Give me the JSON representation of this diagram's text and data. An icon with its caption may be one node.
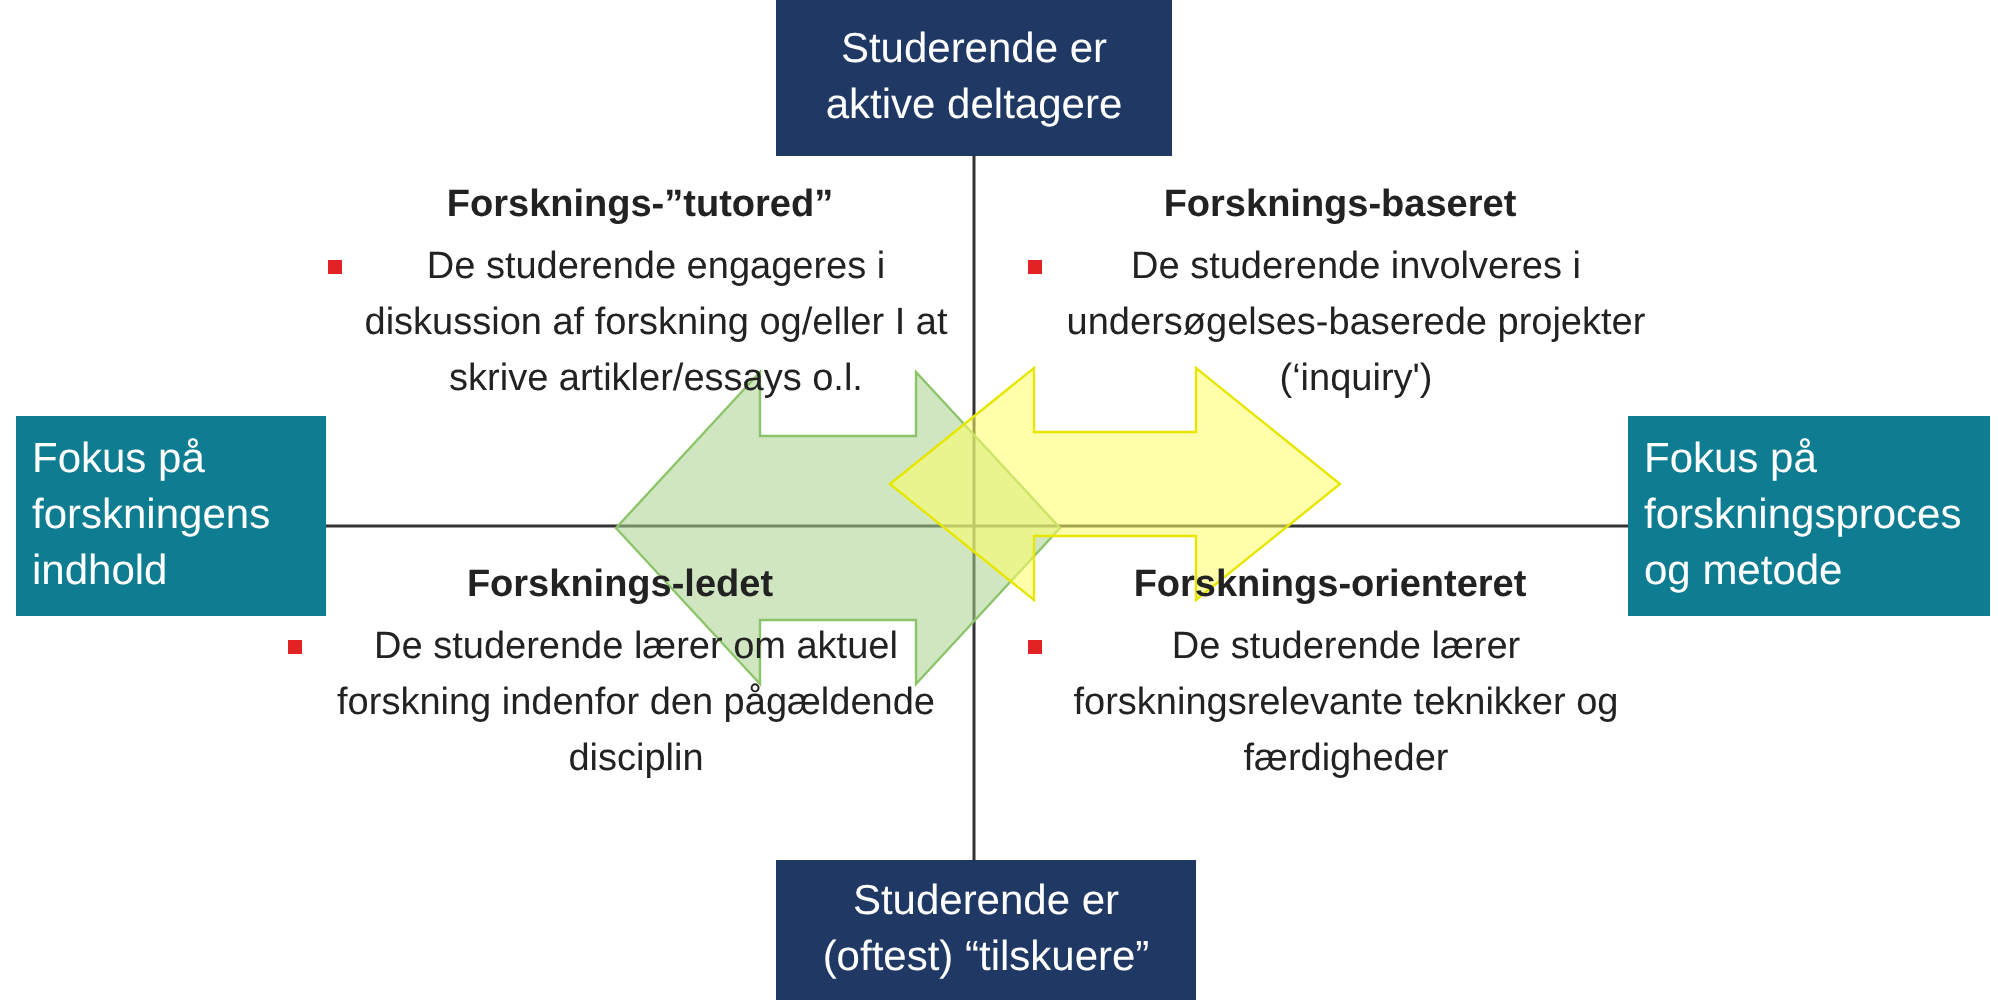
{
  "diagram": {
    "nodes": [
      {
        "text": [
          "Studerende er aktive deltagere"
        ]
      },
      {
        "text": [
          "Fokus på forskningens indhold"
        ]
      },
      {
        "text": [
          "Fokus på forskningsproces og metode"
        ]
      },
      {
        "text": [
          "Studerende er (oftest) “tilskuere”"
        ]
      }
    ],
    "labels": [
      "Forsknings-”tutored”",
      "De studerende engageres i diskussion af forskning og/eller I at skrive artikler/essays o.l.",
      "Forsknings-baseret",
      "De studerende involveres i undersøgelses-baserede projekter (‘inquiry')",
      "Forsknings-ledet",
      "De studerende lærer om aktuel forskning indenfor den pågældende disciplin",
      "Forsknings-orienteret",
      "De studerende lærer forskningsrelevante teknikker og færdigheder"
    ]
  }
}
